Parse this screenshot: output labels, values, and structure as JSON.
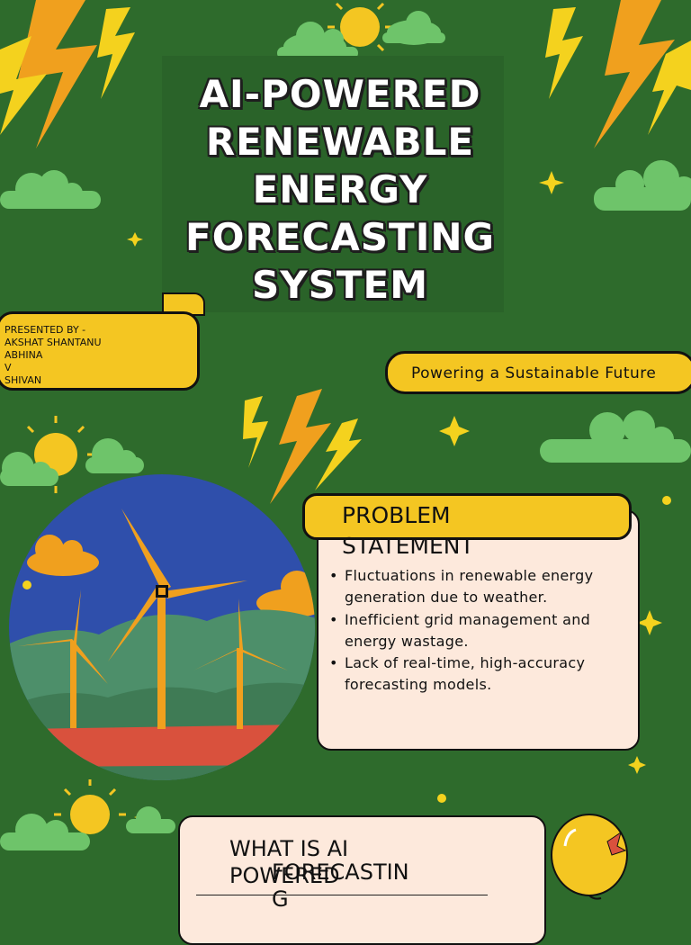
{
  "title": "AI-POWERED RENEWABLE ENERGY FORECASTING SYSTEM",
  "presenters": {
    "heading": "PRESENTED BY -",
    "names": [
      "AKSHAT SHANTANU",
      "ABHINA",
      "V",
      "SHIVAN"
    ]
  },
  "tagline": "Powering a Sustainable Future",
  "problem": {
    "title": "PROBLEM STATEMENT",
    "bullets": [
      "Fluctuations in renewable energy generation due to weather.",
      "Inefficient grid management and energy wastage.",
      "Lack of real-time, high-accuracy forecasting models."
    ]
  },
  "what": {
    "title": "WHAT IS AI POWERED",
    "subtitle": "FORECASTIN G"
  },
  "colors": {
    "background": "#2e6b2c",
    "accent_yellow": "#f4c622",
    "card": "#fde9dc",
    "bolt_orange": "#f0a01e",
    "bolt_yellow": "#f4d21e",
    "cloud_green": "#6ec46a"
  }
}
